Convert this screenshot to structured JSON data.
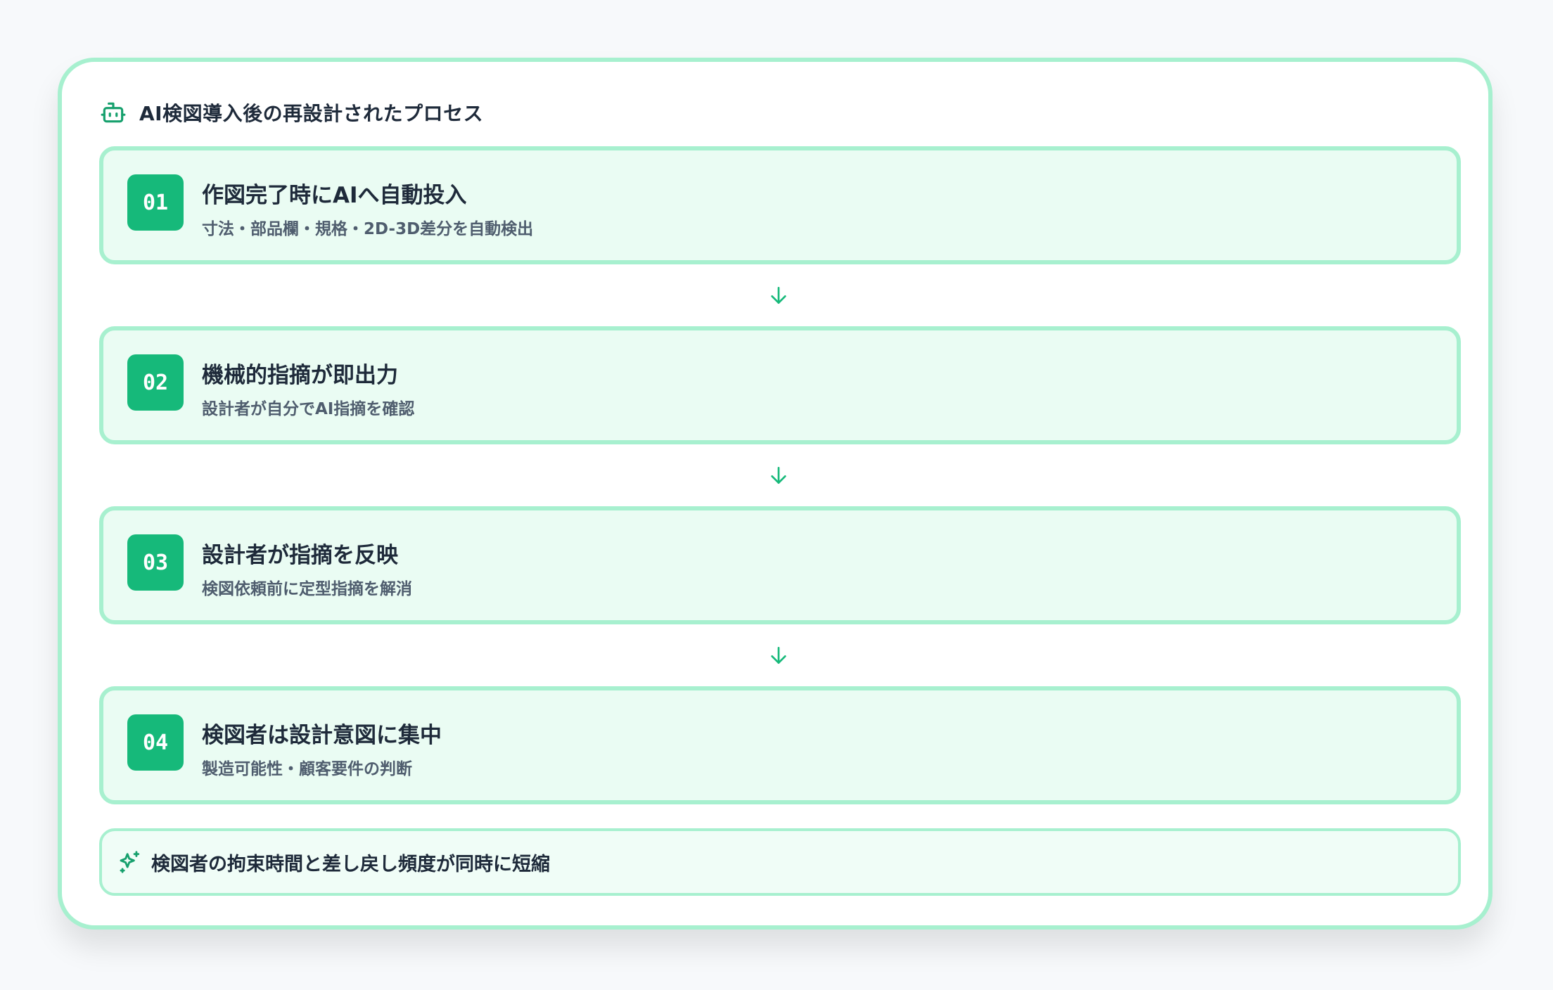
{
  "header": {
    "title": "AI検図導入後の再設計されたプロセス",
    "icon": "robot-icon"
  },
  "steps": [
    {
      "number": "01",
      "title": "作図完了時にAIへ自動投入",
      "description": "寸法・部品欄・規格・2D-3D差分を自動検出"
    },
    {
      "number": "02",
      "title": "機械的指摘が即出力",
      "description": "設計者が自分でAI指摘を確認"
    },
    {
      "number": "03",
      "title": "設計者が指摘を反映",
      "description": "検図依頼前に定型指摘を解消"
    },
    {
      "number": "04",
      "title": "検図者は設計意図に集中",
      "description": "製造可能性・顧客要件の判断"
    }
  ],
  "summary": {
    "text": "検図者の拘束時間と差し戻し頻度が同時に短縮",
    "icon": "sparkles-icon"
  },
  "colors": {
    "accent": "#16b97a",
    "border": "#a7f0cf",
    "step_background": "#eafcf3",
    "title_text": "#1e2a3a",
    "description_text": "#4f5d6e"
  }
}
